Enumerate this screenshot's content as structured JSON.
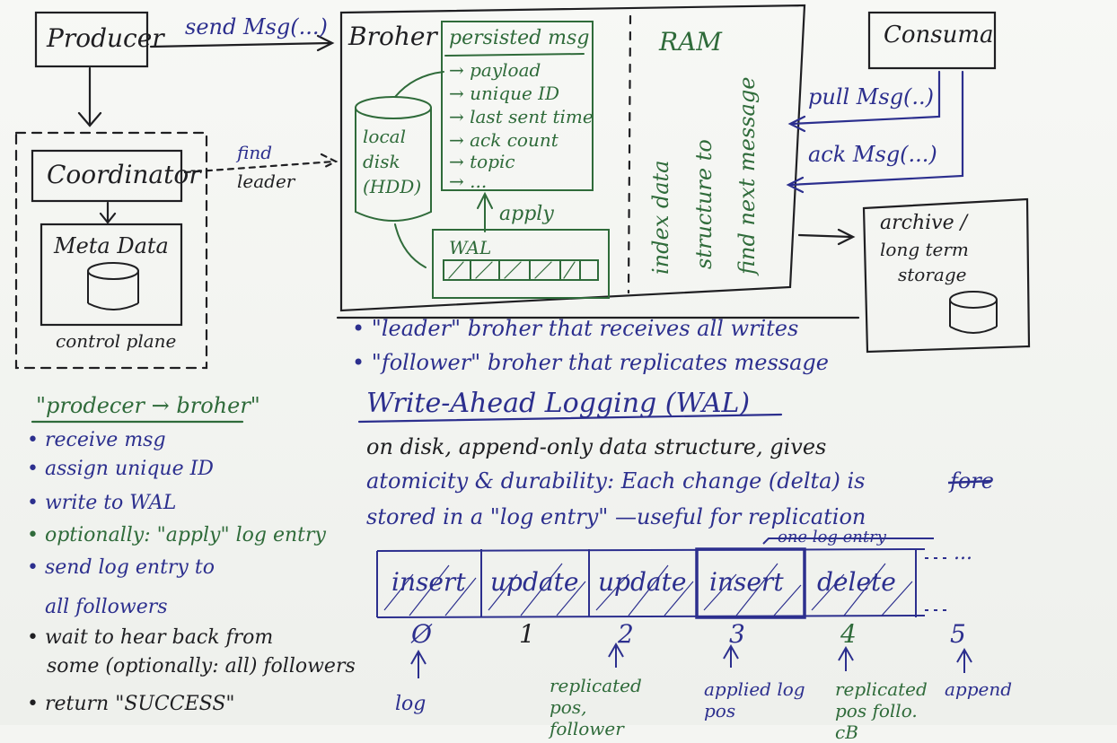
{
  "producer": "Producer",
  "consumer": "Consuma",
  "send_msg": "send Msg(...)",
  "find_leader_1": "find",
  "find_leader_2": "leader",
  "coordinator": "Coordinator",
  "meta_data": "Meta Data",
  "control_plane": "control plane",
  "broker": "Broher",
  "persisted_title": "persisted msg",
  "persisted_fields": [
    "→ payload",
    "→ unique ID",
    "→ last sent time",
    "→ ack count",
    "→ topic",
    "→ ..."
  ],
  "local_disk": [
    "local",
    "disk",
    "(HDD)"
  ],
  "apply": "apply",
  "wal": "WAL",
  "ram": "RAM",
  "index_lines": [
    "index data",
    "structure to",
    "find next message"
  ],
  "pull_msg": "pull Msg(..)",
  "ack_msg": "ack Msg(...)",
  "archive": [
    "archive /",
    "long term",
    "storage"
  ],
  "leader_note": "• \"leader\" broher that receives all writes",
  "follower_note": "• \"follower\" broher that replicates message",
  "pb_title": "\"prodecer → broher\"",
  "pb_steps": [
    {
      "text": "• receive msg",
      "color": "#2c2f8e"
    },
    {
      "text": "• assign unique ID",
      "color": "#2c2f8e"
    },
    {
      "text": "• write to WAL",
      "color": "#2c2f8e"
    },
    {
      "text": "• optionally: \"apply\" log entry",
      "color": "#2f6b3a"
    },
    {
      "text": "• send log entry to",
      "color": "#2c2f8e"
    },
    {
      "text": "all followers",
      "color": "#2c2f8e"
    },
    {
      "text": "• wait to hear back from",
      "color": "#1f1f22"
    },
    {
      "text": "some (optionally: all) followers",
      "color": "#1f1f22"
    },
    {
      "text": "• return \"SUCCESS\"",
      "color": "#1f1f22"
    }
  ],
  "wal_title": "Write-Ahead Logging (WAL)",
  "wal_desc_1": "on disk, append-only data structure, gives",
  "wal_desc_2": "atomicity & durability: Each change (delta) is",
  "wal_desc_strike": "fore",
  "wal_desc_3": "stored in a \"log entry\" —useful for replication",
  "one_log_entry": "one log entry",
  "log_entries": [
    "insert",
    "update",
    "update",
    "insert",
    "delete",
    "..."
  ],
  "log_indices": [
    "Ø",
    "1",
    "2",
    "3",
    "4",
    "5"
  ],
  "bottom_labels": [
    "log",
    "replicated pos, follower",
    "applied log pos",
    "replicated pos follo. cB",
    "append"
  ]
}
